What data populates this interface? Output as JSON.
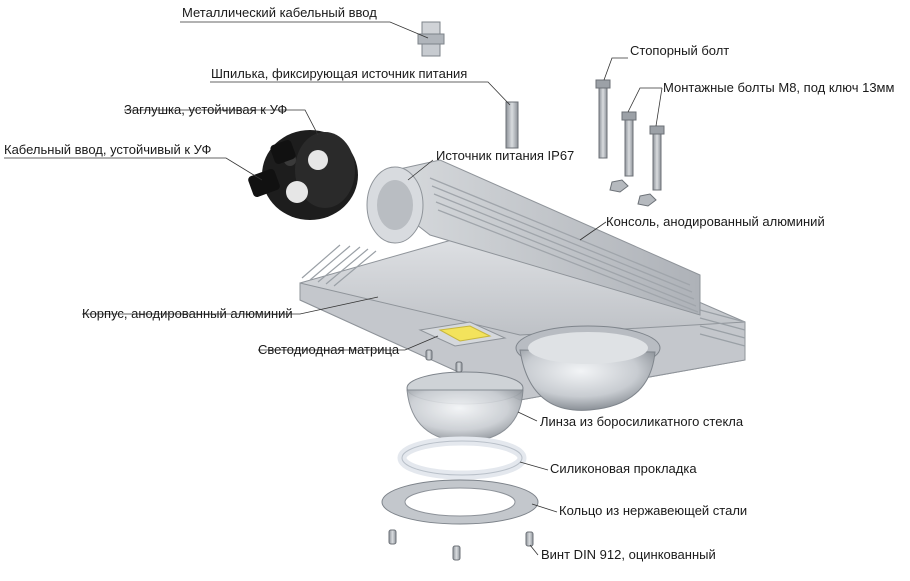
{
  "labels": {
    "metal_gland": "Металлический кабельный ввод",
    "stud": "Шпилька, фиксирующая источник питания",
    "stop_bolt": "Стопорный болт",
    "mount_bolts": "Монтажные болты М8, под ключ 13мм",
    "plug": "Заглушка, устойчивая к УФ",
    "uv_gland": "Кабельный ввод, устойчивый к УФ",
    "psu": "Источник питания IP67",
    "console": "Консоль, анодированный алюминий",
    "housing": "Корпус, анодированный алюминий",
    "led": "Светодиодная матрица",
    "lens": "Линза из боросиликатного стекла",
    "gasket": "Силиконовая прокладка",
    "ring": "Кольцо из нержавеющей стали",
    "screw": "Винт DIN 912, оцинкованный"
  },
  "colors": {
    "aluminium": "#c9ccd1",
    "aluminium_dark": "#9ea3aa",
    "endcap": "#1b1b1b",
    "led_yellow": "#f5e663",
    "steel": "#b8bcc2",
    "gasket": "#e8ecf2",
    "leader": "#333333"
  }
}
